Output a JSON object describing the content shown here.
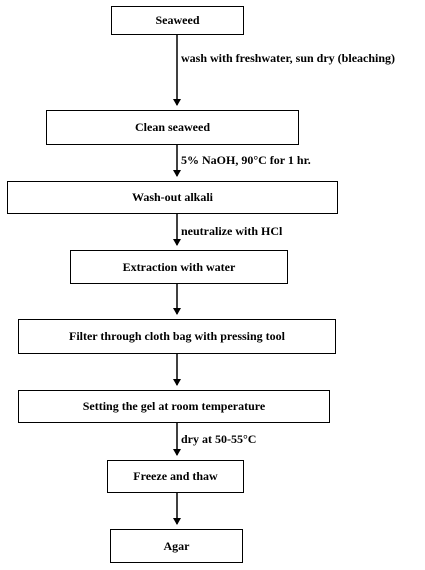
{
  "flowchart": {
    "steps": [
      "Seaweed",
      "Clean seaweed",
      "Wash-out alkali",
      "Extraction with water",
      "Filter through cloth bag with pressing tool",
      "Setting the gel at room temperature",
      "Freeze and thaw",
      "Agar"
    ],
    "transitions": [
      "wash with freshwater, sun dry (bleaching)",
      "5% NaOH, 90°C for 1 hr.",
      "neutralize with HCl",
      "dry at 50-55°C"
    ]
  }
}
